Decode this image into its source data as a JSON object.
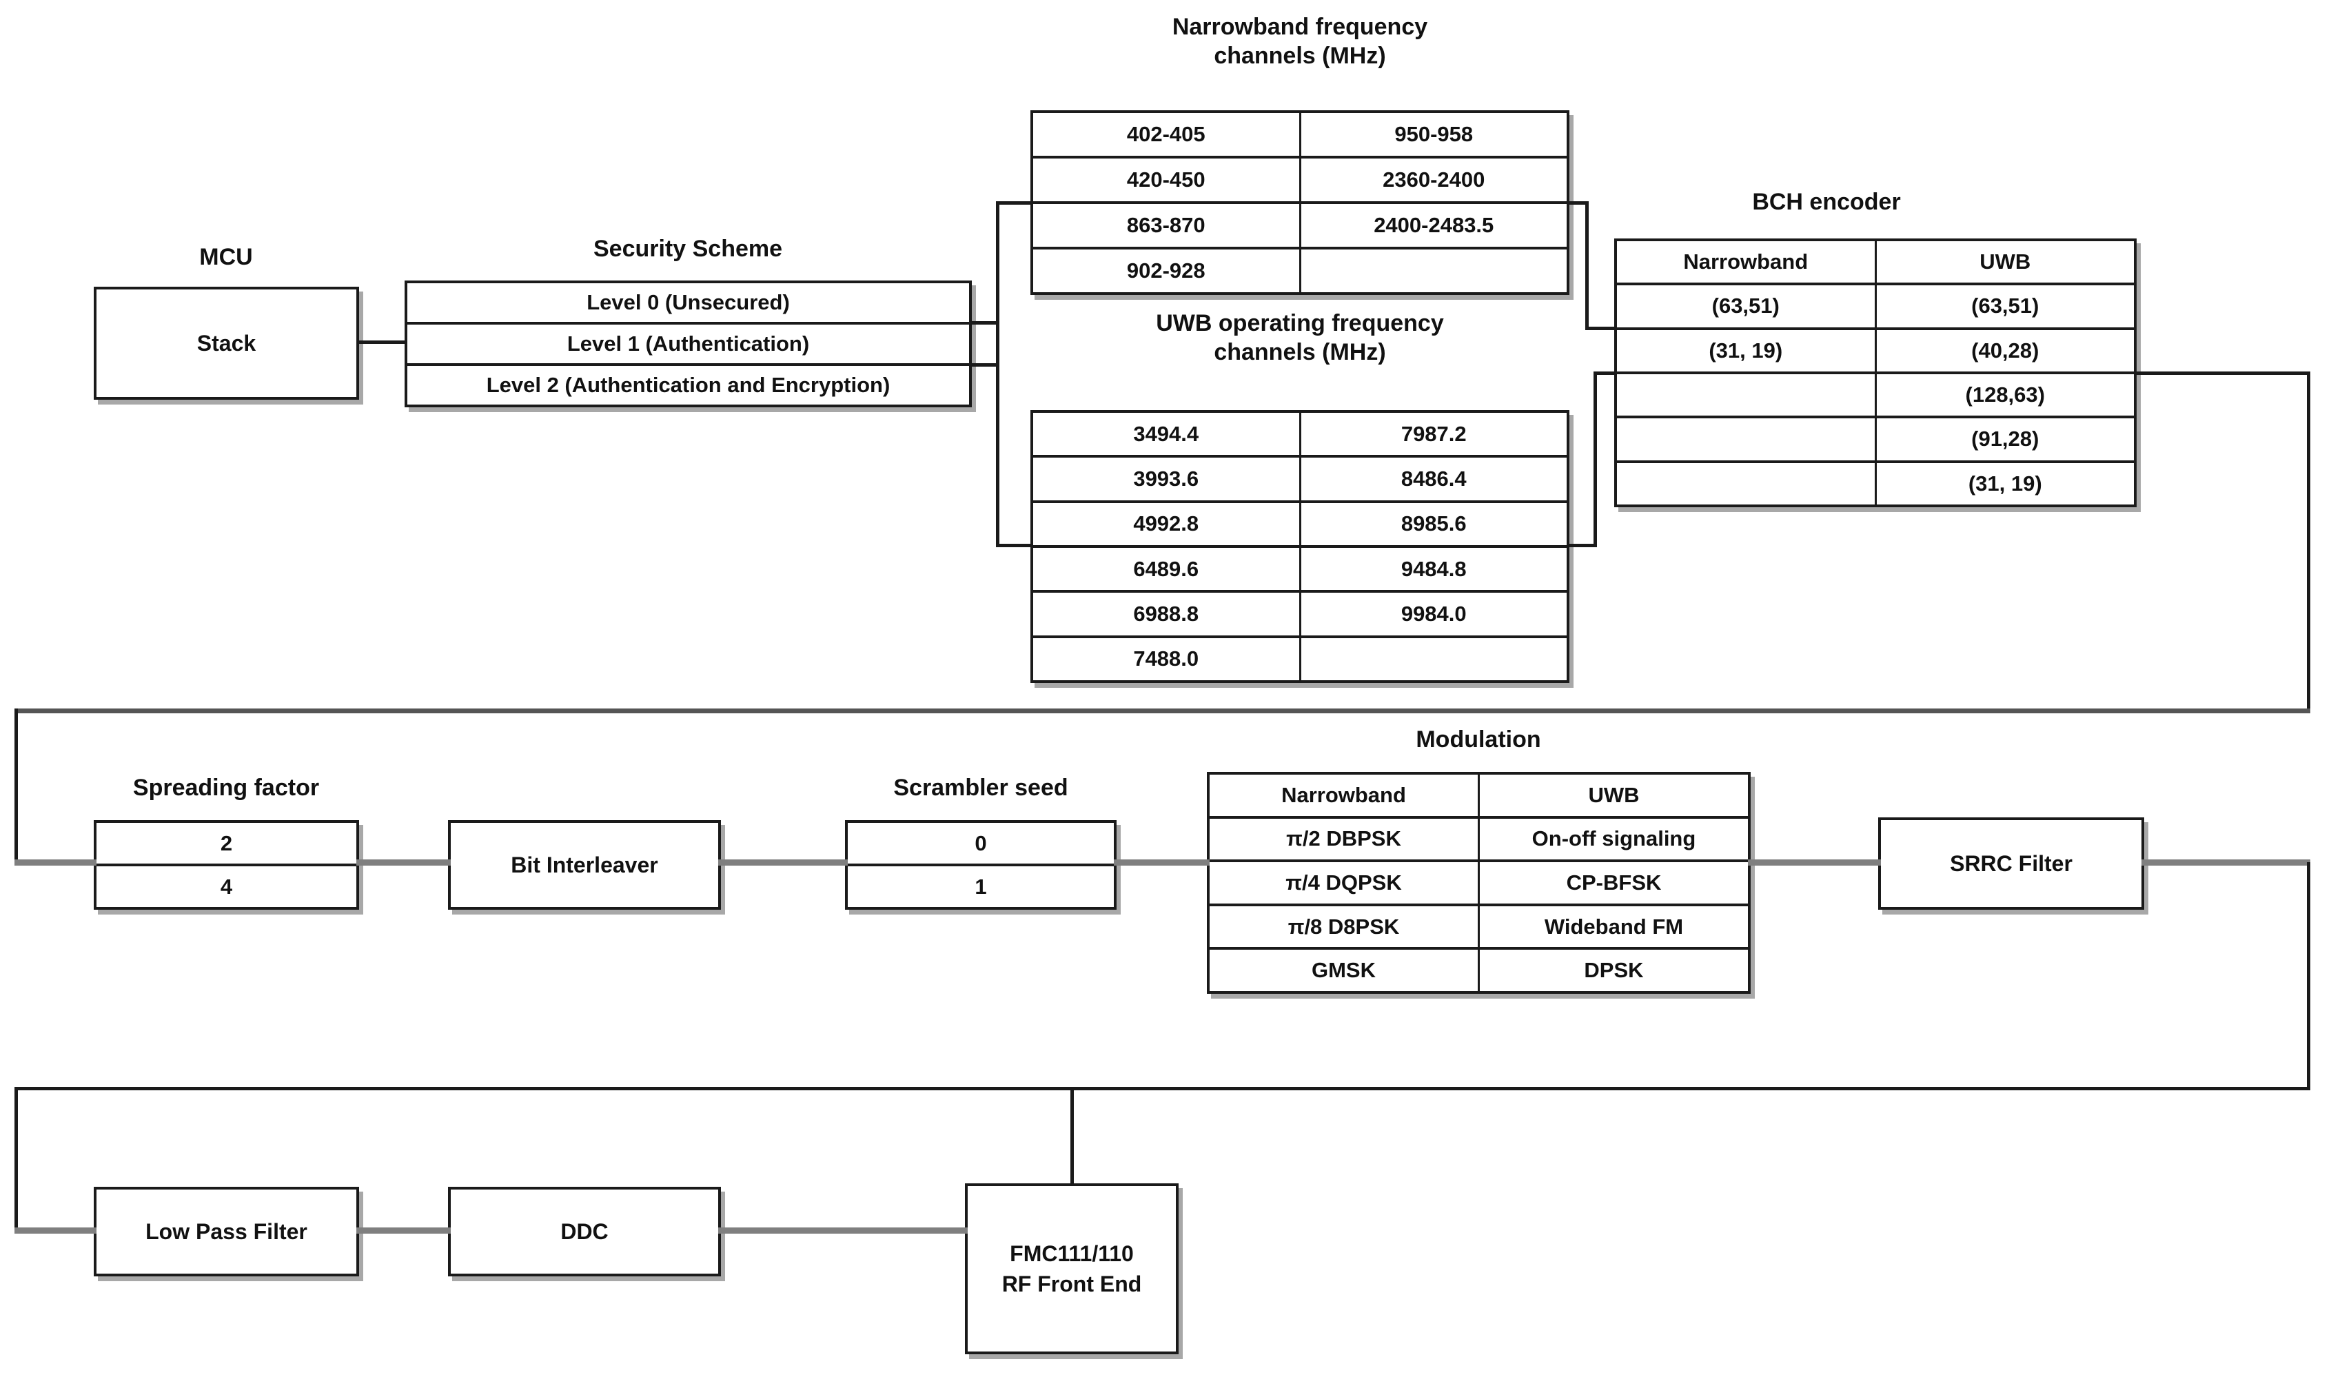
{
  "colors": {
    "border": "#1a1a1a",
    "shadow": "#a8a8a8",
    "connector_black": "#1a1a1a",
    "connector_gray": "#7f7f7f",
    "connector_dark": "#555555",
    "background": "#ffffff"
  },
  "mcu": {
    "title": "MCU",
    "box_label": "Stack"
  },
  "security": {
    "title": "Security Scheme",
    "rows": [
      "Level 0 (Unsecured)",
      "Level 1 (Authentication)",
      "Level 2 (Authentication and Encryption)"
    ]
  },
  "narrowband": {
    "title": [
      "Narrowband frequency",
      "channels (MHz)"
    ],
    "rows": [
      [
        "402-405",
        "950-958"
      ],
      [
        "420-450",
        "2360-2400"
      ],
      [
        "863-870",
        "2400-2483.5"
      ],
      [
        "902-928",
        ""
      ]
    ]
  },
  "uwb": {
    "title": [
      "UWB operating frequency",
      "channels (MHz)"
    ],
    "rows": [
      [
        "3494.4",
        "7987.2"
      ],
      [
        "3993.6",
        "8486.4"
      ],
      [
        "4992.8",
        "8985.6"
      ],
      [
        "6489.6",
        "9484.8"
      ],
      [
        "6988.8",
        "9984.0"
      ],
      [
        "7488.0",
        ""
      ]
    ]
  },
  "bch": {
    "title": "BCH encoder",
    "rows": [
      [
        "Narrowband",
        "UWB"
      ],
      [
        "(63,51)",
        "(63,51)"
      ],
      [
        "(31, 19)",
        "(40,28)"
      ],
      [
        "",
        "(128,63)"
      ],
      [
        "",
        "(91,28)"
      ],
      [
        "",
        "(31, 19)"
      ]
    ]
  },
  "modulation": {
    "title": "Modulation",
    "rows": [
      [
        "Narrowband",
        "UWB"
      ],
      [
        "π/2 DBPSK",
        "On-off signaling"
      ],
      [
        "π/4 DQPSK",
        "CP-BFSK"
      ],
      [
        "π/8 D8PSK",
        "Wideband FM"
      ],
      [
        "GMSK",
        "DPSK"
      ]
    ]
  },
  "spreading": {
    "title": "Spreading factor",
    "rows": [
      [
        "2"
      ],
      [
        "4"
      ]
    ]
  },
  "scrambler": {
    "title": "Scrambler seed",
    "rows": [
      [
        "0"
      ],
      [
        "1"
      ]
    ]
  },
  "bit_interleaver": {
    "label": "Bit Interleaver"
  },
  "srrc": {
    "label": "SRRC Filter"
  },
  "bottom": {
    "lpf": "Low Pass Filter",
    "ddc": "DDC",
    "fmc": [
      "FMC111/110",
      "RF Front End"
    ]
  }
}
